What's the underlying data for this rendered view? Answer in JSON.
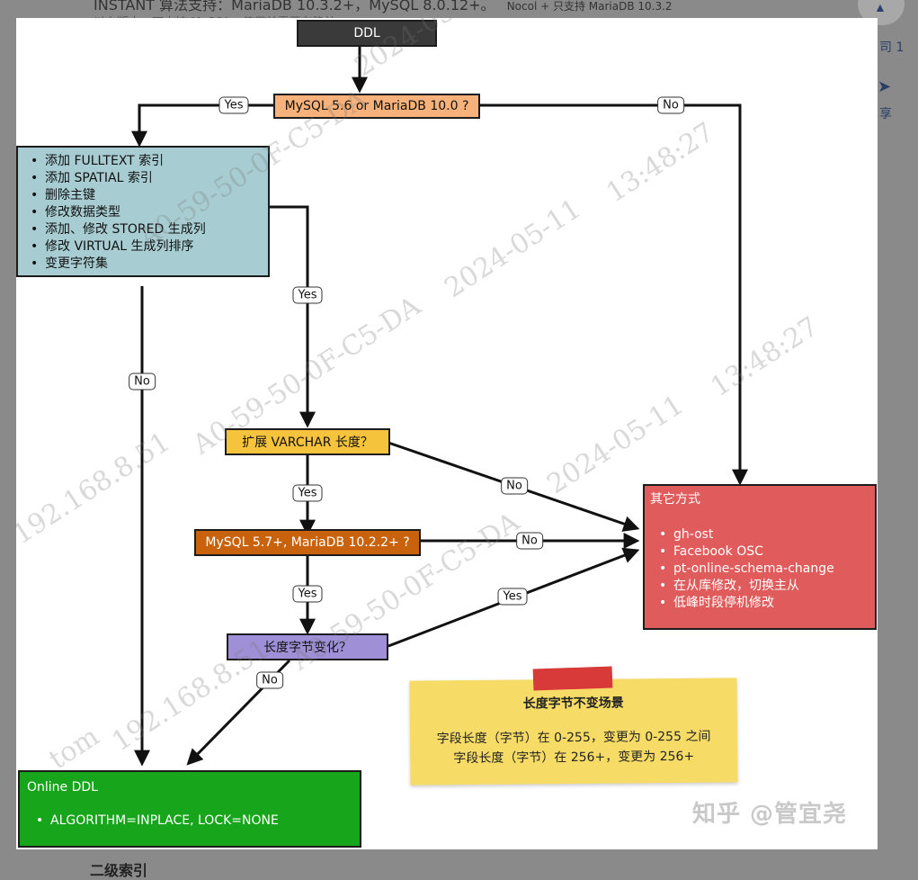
{
  "background": {
    "top_text_1": "INSTANT 算法支持：MariaDB 10.3.2+，MySQL 8.0.12+。",
    "top_text_2": "Nocol + 只支持 MariaDB 10.3.2",
    "top_text_3": "以上版本，不支持 MySQL，使用前需要有确认",
    "bottom_text": "二级索引",
    "side_link_1": "司 1",
    "side_link_2": "享"
  },
  "nodes": {
    "ddl": "DDL",
    "q_version": "MySQL 5.6 or MariaDB 10.0 ?",
    "ops_list": [
      "添加 FULLTEXT 索引",
      "添加 SPATIAL 索引",
      "删除主键",
      "修改数据类型",
      "添加、修改 STORED 生成列",
      "修改 VIRTUAL 生成列排序",
      "变更字符集"
    ],
    "q_varchar": "扩展 VARCHAR 长度？",
    "q_mysql57": "MySQL 5.7+, MariaDB 10.2.2+ ?",
    "q_bytes": "长度字节变化？",
    "other_title": "其它方式",
    "other_list": [
      "gh-ost",
      "Facebook OSC",
      "pt-online-schema-change",
      "在从库修改，切换主从",
      "低峰时段停机修改"
    ],
    "online_title": "Online DDL",
    "online_list": [
      "ALGORITHM=INPLACE, LOCK=NONE"
    ]
  },
  "edges": {
    "yes_1": "Yes",
    "no_1": "No",
    "yes_2": "Yes",
    "no_2": "No",
    "yes_3": "Yes",
    "no_3": "No",
    "yes_4": "Yes",
    "no_4": "No",
    "yes_5": "Yes",
    "no_5": "No"
  },
  "note": {
    "title": "长度字节不变场景",
    "line1": "字段长度（字节）在 0-255，变更为 0-255 之间",
    "line2": "字段长度（字节）在 256+，变更为 256+"
  },
  "credit": "知乎 @管宜尧",
  "watermarks": [
    "tom",
    "192.168.8.51",
    "A0-59-50-0F-C5-DA",
    "2024-05-11",
    "13:48:27"
  ],
  "colors": {
    "ddl": "#3a3a3a",
    "q_version": "#f6b27a",
    "ops_list": "#a7cdd2",
    "q_varchar": "#f6c33c",
    "q_mysql57": "#c8620c",
    "q_bytes": "#9f8fd6",
    "other": "#e05c5c",
    "online": "#17a51b",
    "note": "#f6dc66"
  }
}
